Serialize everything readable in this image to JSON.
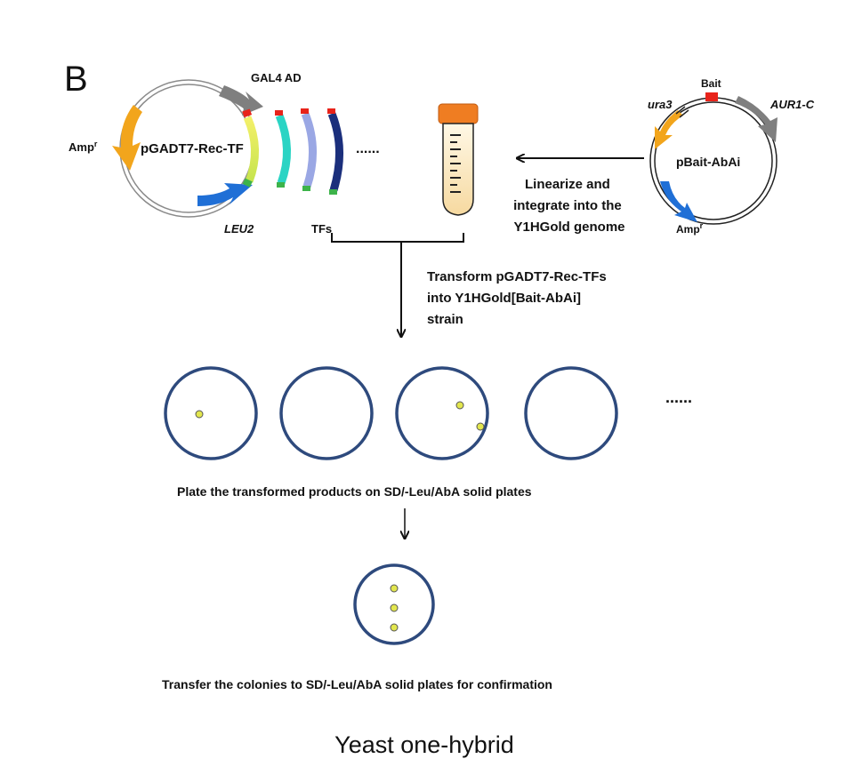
{
  "panel_label": "B",
  "left_plasmid": {
    "name": "pGADT7-Rec-TF",
    "labels": {
      "gal4": "GAL4 AD",
      "amp": "Amp",
      "amp_sup": "r",
      "leu2": "LEU2"
    }
  },
  "tfs": {
    "label": "TFs",
    "ellipsis": "......"
  },
  "right_plasmid": {
    "name": "pBait-AbAi",
    "labels": {
      "bait": "Bait",
      "ura3": "ura3",
      "aur1c": "AUR1-C",
      "amp": "Amp",
      "amp_sup": "r"
    }
  },
  "linearize_text": [
    "Linearize and",
    "integrate into the",
    "Y1HGold genome"
  ],
  "transform_text": [
    "Transform pGADT7-Rec-TFs",
    "into Y1HGold[Bait-AbAi]",
    "strain"
  ],
  "plates_ellipsis": "......",
  "plate_caption": "Plate the transformed products on SD/-Leu/AbA solid plates",
  "confirm_caption": "Transfer the colonies to SD/-Leu/AbA solid plates for confirmation",
  "figure_title": "Yeast one-hybrid",
  "colors": {
    "plate": "#2e4a7d",
    "colony": "#e2e64e",
    "gal4": "#7f7f7f",
    "amp": "#f2a51c",
    "leu2": "#1f6fd6",
    "tube_cap": "#ef7d22",
    "bait": "#e8231a",
    "tf_strips": [
      "#2bd4c4",
      "#9aa7e4",
      "#1b2f7c"
    ]
  }
}
